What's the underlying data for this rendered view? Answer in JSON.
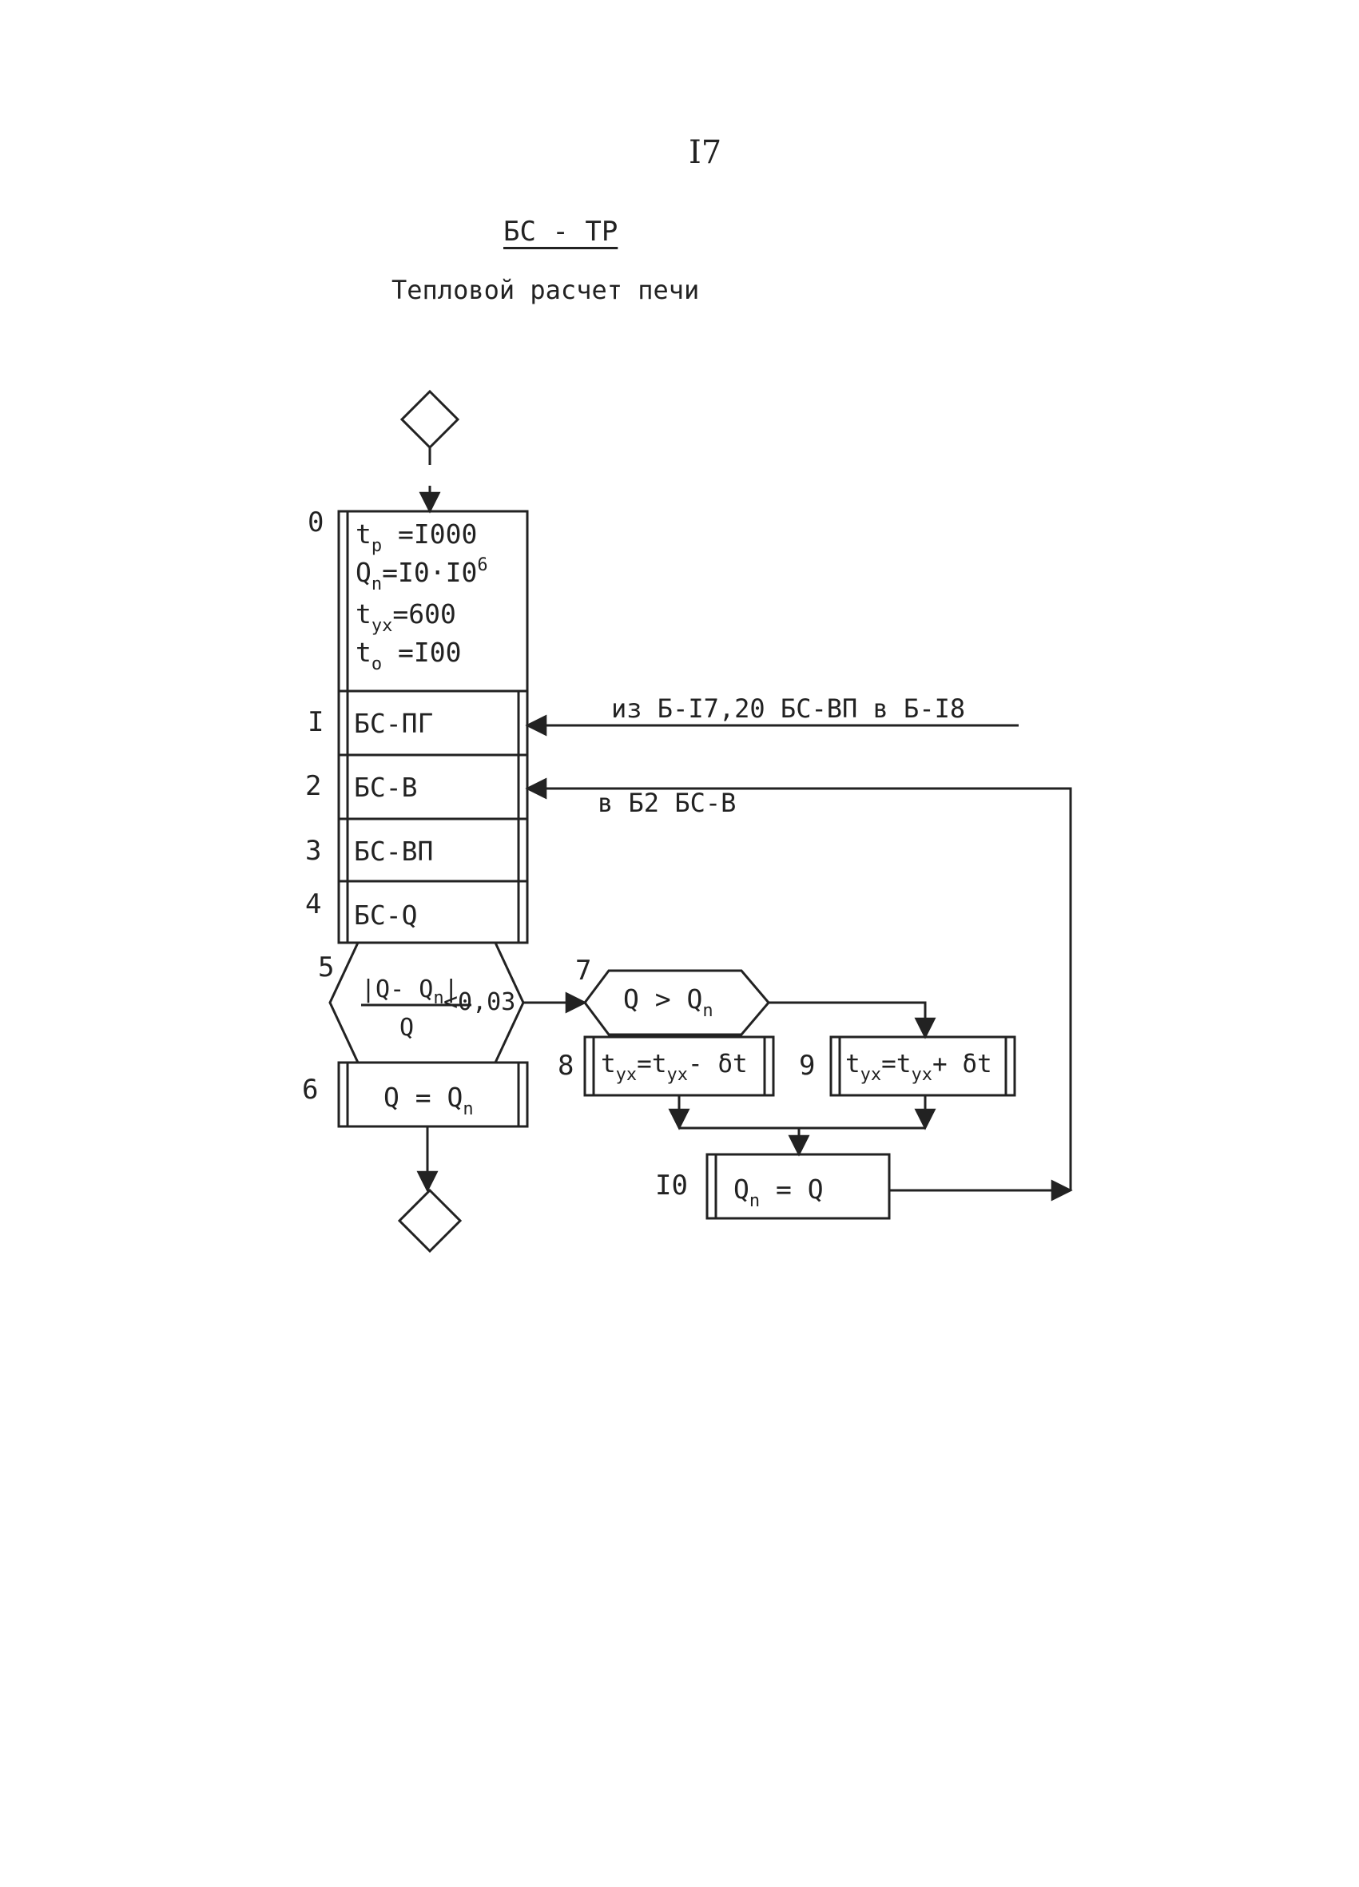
{
  "page_number": "I7",
  "title": "БС - ТР",
  "subtitle": "Тепловой расчет печи",
  "blocks": {
    "b0": {
      "num": "0",
      "lines": [
        {
          "main": "t",
          "sub": "p",
          "rest": " =I000",
          "sup": ""
        },
        {
          "main": "Q",
          "sub": "n",
          "rest": "=I0·I0",
          "sup": "6"
        },
        {
          "main": "t",
          "sub": "ух",
          "rest": "=600",
          "sup": ""
        },
        {
          "main": "t",
          "sub": "o",
          "rest": " =I00",
          "sup": ""
        }
      ]
    },
    "b1": {
      "num": "I",
      "label": "БС-ПГ"
    },
    "b2": {
      "num": "2",
      "label": "БС-В"
    },
    "b3": {
      "num": "3",
      "label": "БС-ВП"
    },
    "b4": {
      "num": "4",
      "label": "БС-Q"
    },
    "b5": {
      "num": "5",
      "numerator_a": "|Q- Q",
      "numerator_sub": "n",
      "numerator_b": "|",
      "condition": "<0,03",
      "denominator": "Q"
    },
    "b6": {
      "num": "6",
      "left": "Q = Q",
      "sub": "n"
    },
    "b7": {
      "num": "7",
      "left": "Q > Q",
      "sub": "n"
    },
    "b8": {
      "num": "8",
      "a": "t",
      "a_sub": "ух",
      "b": "=t",
      "b_sub": "ух",
      "c": "- δt"
    },
    "b9": {
      "num": "9",
      "a": "t",
      "a_sub": "ух",
      "b": "=t",
      "b_sub": "ух",
      "c": "+ δt"
    },
    "b10": {
      "num": "I0",
      "left": "Q",
      "sub": "n",
      "right": " = Q"
    }
  },
  "notes": {
    "from_b": "из Б-I7,20  БС-ВП в Б-I8",
    "to_b2": "в Б2 БС-В"
  }
}
